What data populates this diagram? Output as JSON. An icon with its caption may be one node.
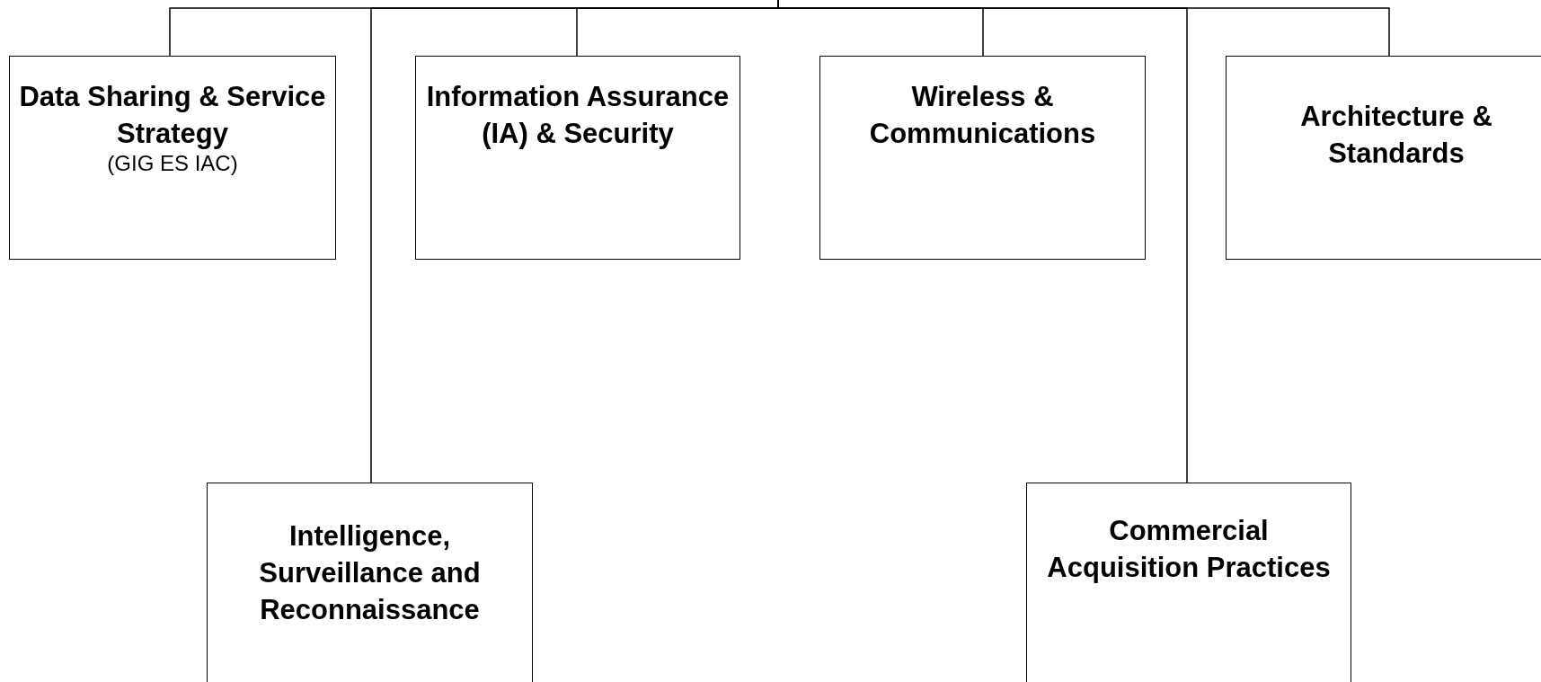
{
  "diagram": {
    "nodes": [
      {
        "text": [
          "Data Sharing & Service Strategy",
          "(GIG ES IAC)"
        ]
      },
      {
        "text": [
          "Information Assurance (IA) & Security"
        ]
      },
      {
        "text": [
          "Wireless & Communications"
        ]
      },
      {
        "text": [
          "Architecture & Standards"
        ]
      },
      {
        "text": [
          "Intelligence, Surveillance and Reconnaissance"
        ]
      },
      {
        "text": [
          "Commercial Acquisition Practices"
        ]
      }
    ],
    "edges": [
      {
        "from": null,
        "to": 0,
        "arrow": "none"
      },
      {
        "from": null,
        "to": 4,
        "arrow": "none"
      },
      {
        "from": null,
        "to": 1,
        "arrow": "none"
      },
      {
        "from": null,
        "to": 2,
        "arrow": "none"
      },
      {
        "from": null,
        "to": 5,
        "arrow": "none"
      },
      {
        "from": null,
        "to": 3,
        "arrow": "none"
      }
    ]
  }
}
